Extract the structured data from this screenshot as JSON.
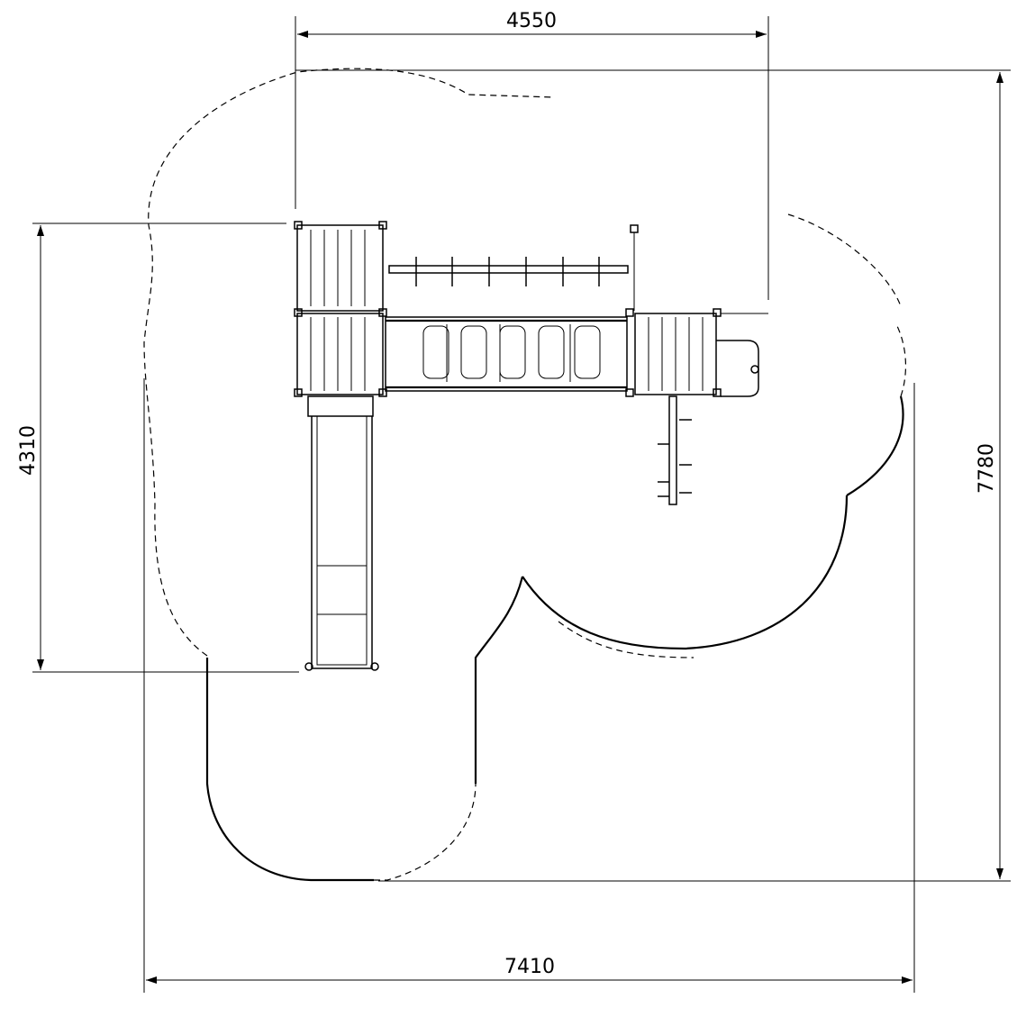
{
  "drawing": {
    "dimensions": {
      "top_width": "4550",
      "right_height": "7780",
      "left_height": "4310",
      "bottom_width": "7410"
    }
  }
}
